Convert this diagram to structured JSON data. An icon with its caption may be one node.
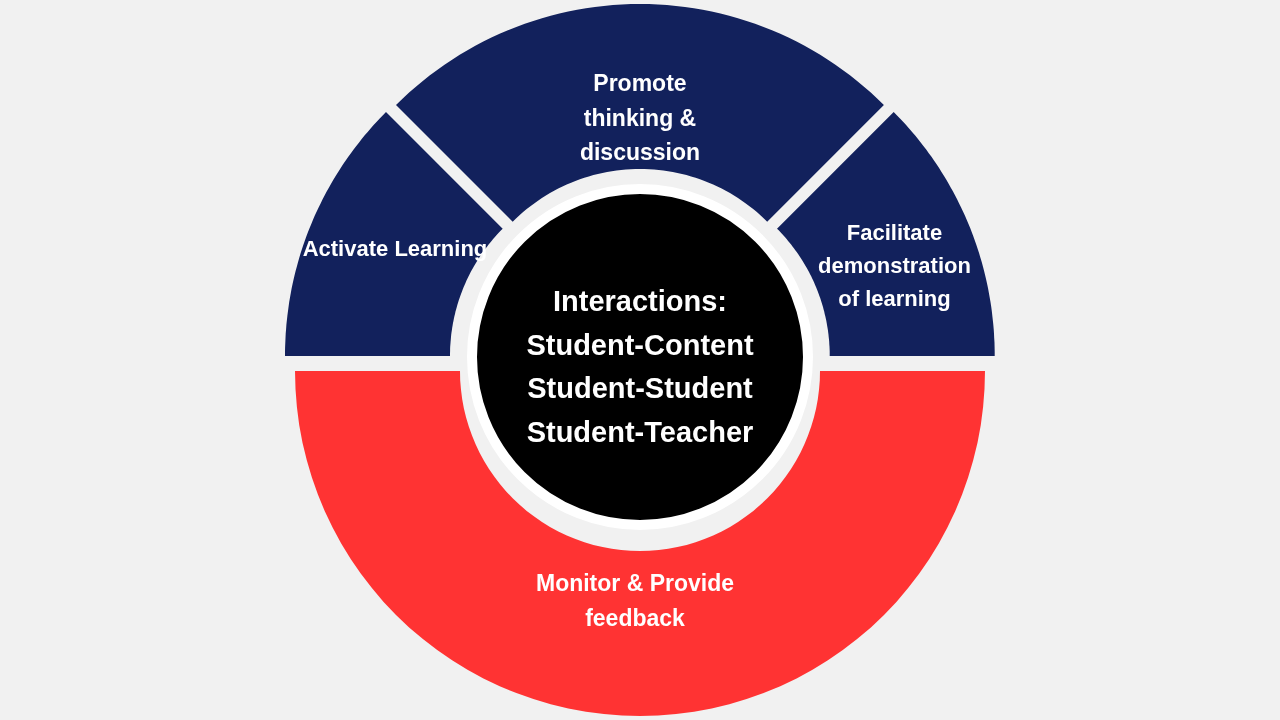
{
  "diagram": {
    "nodes": [
      {
        "text": [
          "Activate Learning"
        ]
      },
      {
        "text": [
          "Promote thinking & discussion"
        ]
      },
      {
        "text": [
          "Facilitate demonstration of learning"
        ]
      },
      {
        "text": [
          "Interactions: Student-Content Student-Student Student-Teacher"
        ]
      },
      {
        "text": [
          "Monitor & Provide feedback"
        ]
      }
    ]
  }
}
